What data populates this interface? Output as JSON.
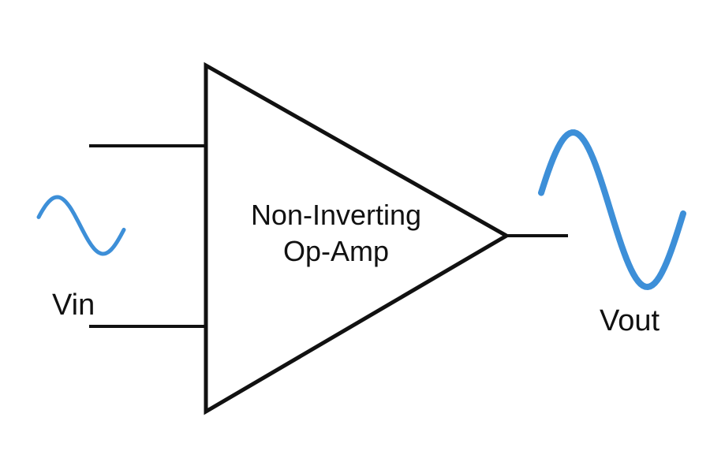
{
  "diagram": {
    "title": "Non-Inverting Op-Amp Signal Amplification",
    "amplifier": {
      "line1": "Non-Inverting",
      "line2": "Op-Amp"
    },
    "input": {
      "label": "Vin",
      "waveform": "sine",
      "relative_amplitude": 1
    },
    "output": {
      "label": "Vout",
      "waveform": "sine",
      "relative_amplitude": 2.7
    },
    "colors": {
      "wire": "#111111",
      "signal": "#3d8fd8",
      "background": "#ffffff"
    }
  }
}
